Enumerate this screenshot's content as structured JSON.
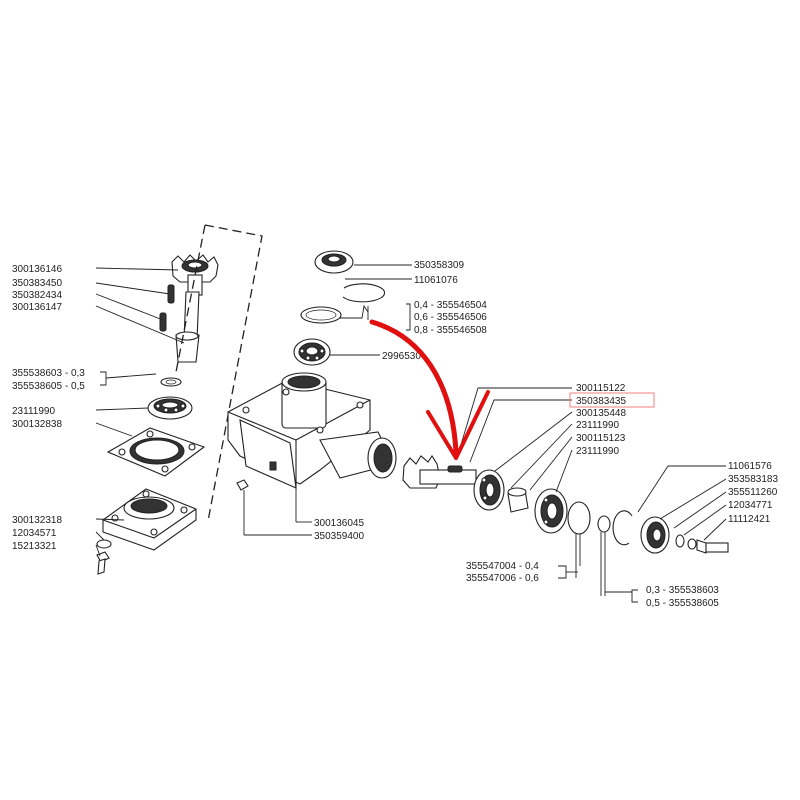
{
  "labels": {
    "l300136146": "300136146",
    "l350383450": "350383450",
    "l350382434": "350382434",
    "l300136147": "300136147",
    "l355538603_left": "355538603 - 0,3",
    "l355538605_left": "355538605 - 0,5",
    "l23111990_left": "23111990",
    "l300132838": "300132838",
    "l300132318": "300132318",
    "l12034571": "12034571",
    "l15213321": "15213321",
    "l350358309": "350358309",
    "l11061076": "11061076",
    "l355546504": "0,4  -  355546504",
    "l355546506": "0,6  -  355546506",
    "l355546508": "0,8  -  355546508",
    "l2996530": "2996530",
    "l300136045": "300136045",
    "l350359400": "350359400",
    "l300115122": "300115122",
    "l350383435": "350383435",
    "l300135448": "300135448",
    "l23111990_a": "23111990",
    "l300115123": "300115123",
    "l23111990_b": "23111990",
    "l11061576": "11061576",
    "l353583183": "353583183",
    "l355511260": "355511260",
    "l12034771": "12034771",
    "l11112421": "11112421",
    "l355547004": "355547004  -  0,4",
    "l355547006": "355547006  -  0,6",
    "l355538603_right": "0,3  -  355538603",
    "l355538605_right": "0,5  -  355538605"
  },
  "colors": {
    "ink": "#222222",
    "highlight_box": "#f08080",
    "arrow": "#e01010"
  },
  "highlighted_part": "350383435"
}
